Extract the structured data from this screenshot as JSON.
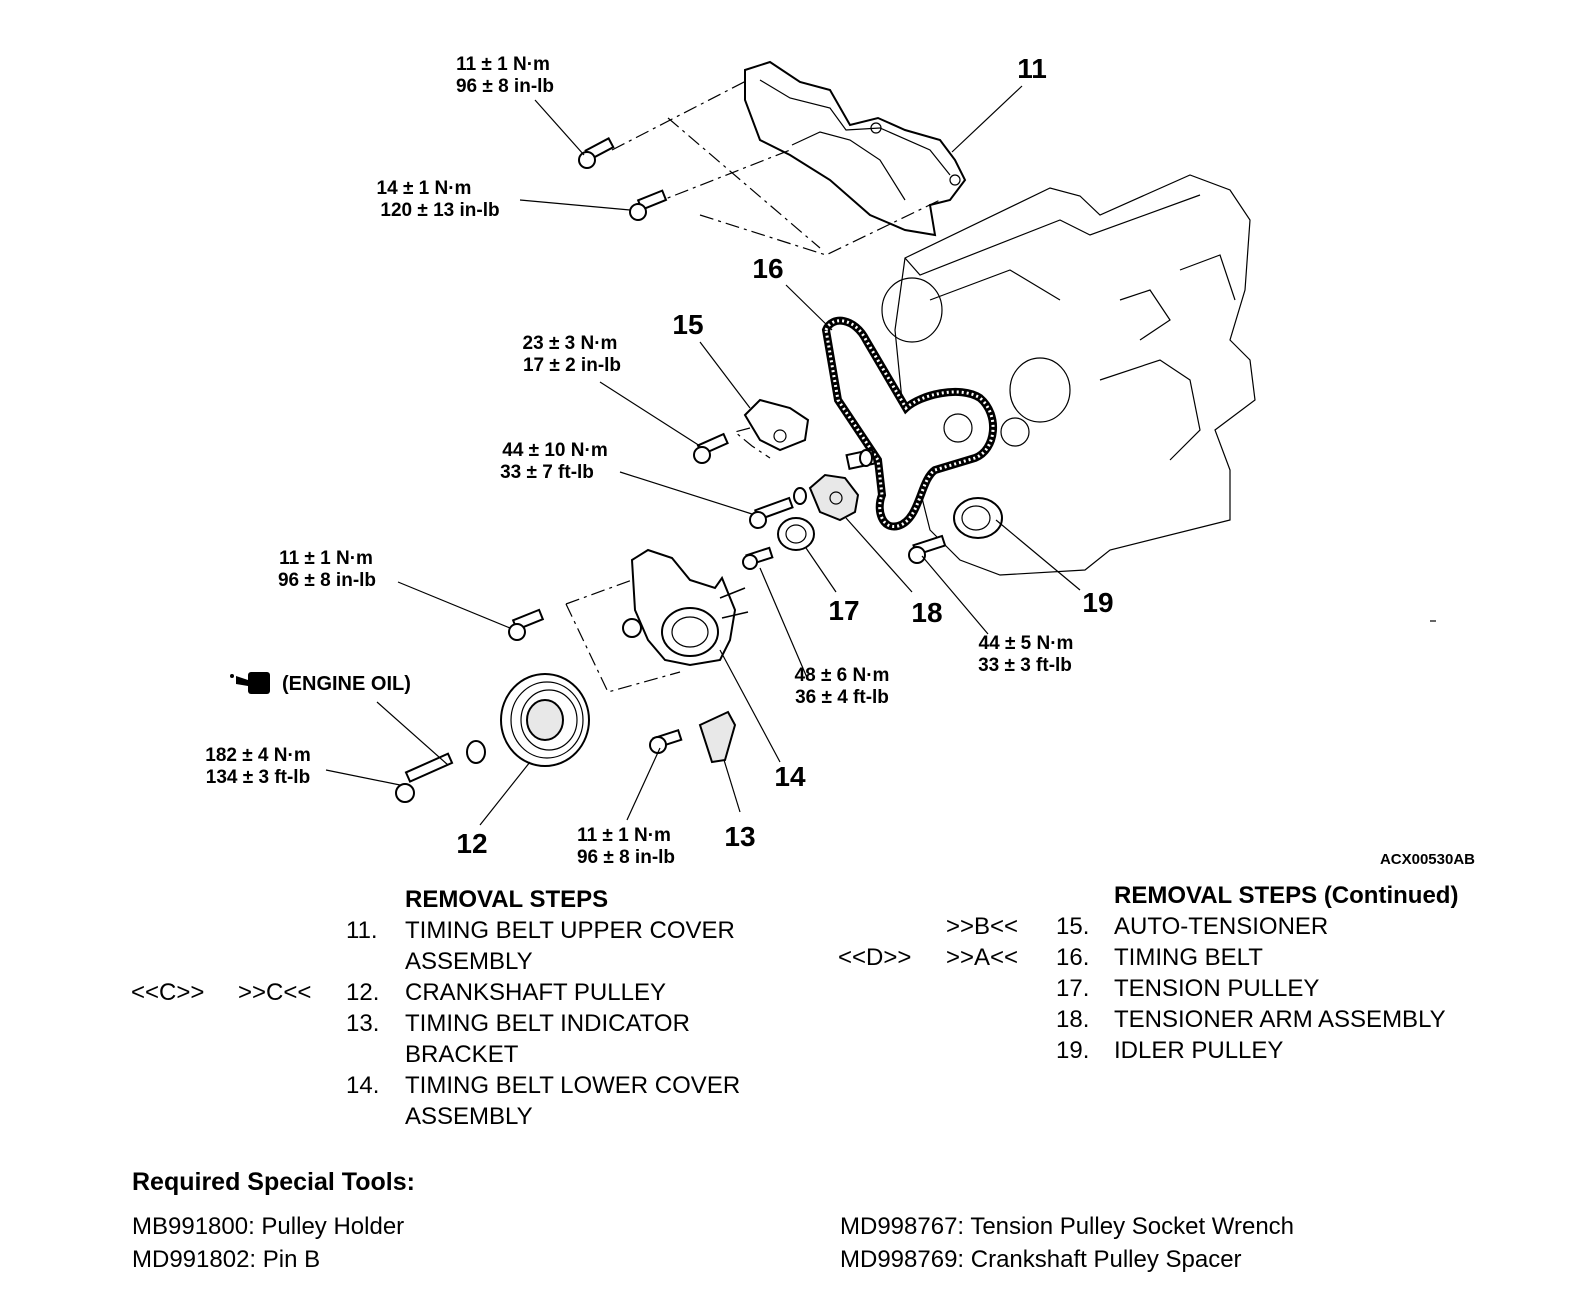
{
  "diagram": {
    "figure_code": "ACX00530AB",
    "parts": [
      "11",
      "12",
      "13",
      "14",
      "15",
      "16",
      "17",
      "18",
      "19"
    ],
    "torques": [
      [
        "11 ± 1 N·m",
        "96 ± 8 in-lb"
      ],
      [
        "14 ± 1 N·m",
        "120 ± 13 in-lb"
      ],
      [
        "23 ± 3 N·m",
        "17 ± 2 in-lb"
      ],
      [
        "44 ± 10 N·m",
        "33 ± 7 ft-lb"
      ],
      [
        "11 ± 1 N·m",
        "96 ± 8 in-lb"
      ],
      [
        "48 ± 6 N·m",
        "36 ± 4 ft-lb"
      ],
      [
        "44 ± 5 N·m",
        "33 ± 3 ft-lb"
      ],
      [
        "182 ± 4 N·m",
        "134 ± 3 ft-lb"
      ],
      [
        "11 ± 1 N·m",
        "96 ± 8 in-lb"
      ]
    ],
    "oil_label": "(ENGINE OIL)",
    "oil_icon": "oil-can-icon"
  },
  "removal_steps": {
    "title": "REMOVAL STEPS",
    "steps": [
      {
        "remove_ref": "",
        "install_ref": "",
        "num": "11.",
        "lines": [
          "TIMING BELT UPPER COVER",
          "ASSEMBLY"
        ]
      },
      {
        "remove_ref": "<<C>>",
        "install_ref": ">>C<<",
        "num": "12.",
        "lines": [
          "CRANKSHAFT PULLEY"
        ]
      },
      {
        "remove_ref": "",
        "install_ref": "",
        "num": "13.",
        "lines": [
          "TIMING BELT INDICATOR",
          "BRACKET"
        ]
      },
      {
        "remove_ref": "",
        "install_ref": "",
        "num": "14.",
        "lines": [
          "TIMING BELT LOWER COVER",
          "ASSEMBLY"
        ]
      }
    ]
  },
  "removal_steps_continued": {
    "title": "REMOVAL STEPS (Continued)",
    "steps": [
      {
        "remove_ref": "",
        "install_ref": ">>B<<",
        "num": "15.",
        "lines": [
          "AUTO-TENSIONER"
        ]
      },
      {
        "remove_ref": "<<D>>",
        "install_ref": ">>A<<",
        "num": "16.",
        "lines": [
          "TIMING BELT"
        ]
      },
      {
        "remove_ref": "",
        "install_ref": "",
        "num": "17.",
        "lines": [
          "TENSION PULLEY"
        ]
      },
      {
        "remove_ref": "",
        "install_ref": "",
        "num": "18.",
        "lines": [
          "TENSIONER ARM ASSEMBLY"
        ]
      },
      {
        "remove_ref": "",
        "install_ref": "",
        "num": "19.",
        "lines": [
          "IDLER PULLEY"
        ]
      }
    ]
  },
  "special_tools": {
    "title": "Required Special Tools:",
    "items": [
      "MB991800: Pulley Holder",
      "MD991802: Pin B",
      "MD998767: Tension Pulley Socket Wrench",
      "MD998769: Crankshaft Pulley Spacer"
    ]
  }
}
